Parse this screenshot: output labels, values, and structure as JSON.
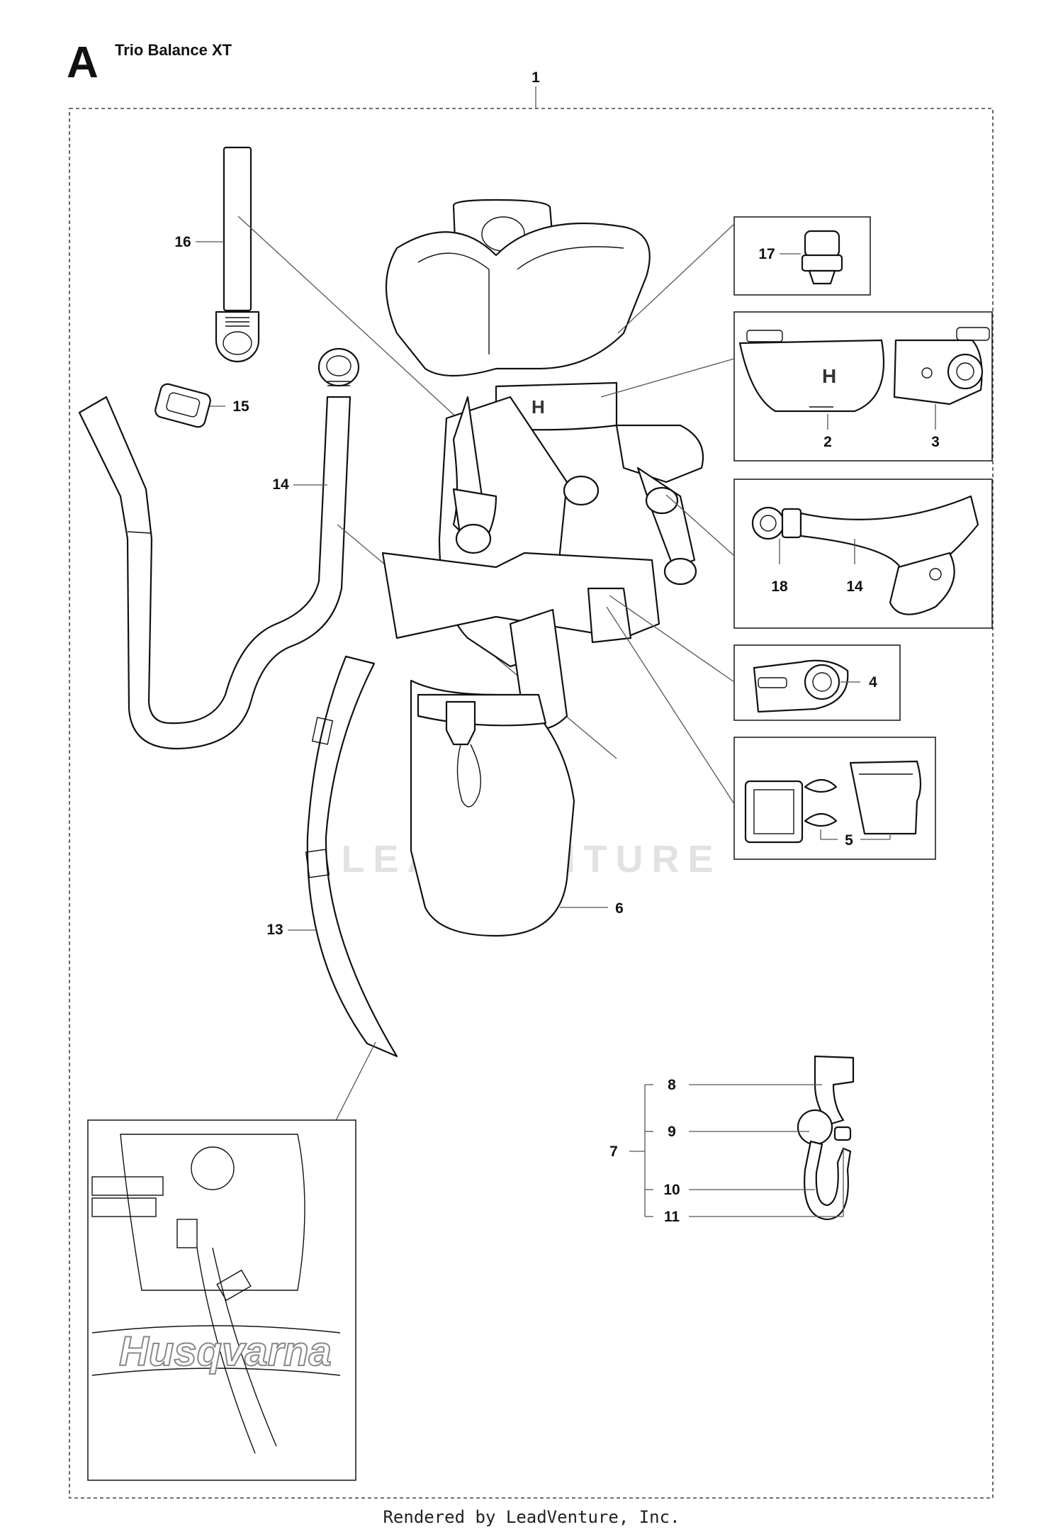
{
  "header": {
    "section_letter": "A",
    "title": "Trio Balance XT"
  },
  "callouts": {
    "assembly": "1",
    "belt_clip": "2",
    "hook_plate": "3",
    "hook_plate_small": "4",
    "buckle": "5",
    "hip_pad": "6",
    "hook_assembly": "7",
    "hook_part_8": "8",
    "hook_part_9": "9",
    "hook_part_10": "10",
    "hook_part_11": "11",
    "side_strap": "13",
    "strap_long": "14",
    "strap_long_box": "14",
    "buckle_small": "15",
    "strap_short": "16",
    "buckle_17": "17",
    "ring_18": "18"
  },
  "inset": {
    "brand_text": "Husqvarna"
  },
  "watermark": "LEADVENTURE",
  "footer": "Rendered by LeadVenture, Inc."
}
